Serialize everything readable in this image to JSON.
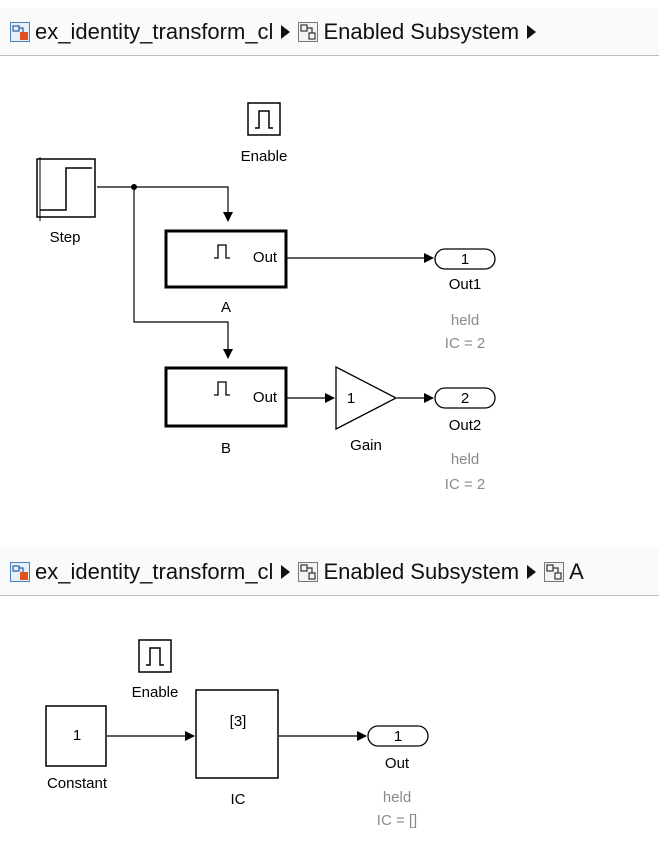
{
  "top": {
    "breadcrumb": [
      {
        "label": "ex_identity_transform_cl",
        "icon": "model-icon"
      },
      {
        "label": "Enabled Subsystem",
        "icon": "subsystem-icon"
      }
    ],
    "blocks": {
      "enable_label": "Enable",
      "step_label": "Step",
      "a_port": "Out",
      "a_label": "A",
      "b_port": "Out",
      "b_label": "B",
      "gain_value": "1",
      "gain_label": "Gain",
      "out1_num": "1",
      "out1_label": "Out1",
      "out1_held": "held",
      "out1_ic": "IC = 2",
      "out2_num": "2",
      "out2_label": "Out2",
      "out2_held": "held",
      "out2_ic": "IC = 2"
    }
  },
  "bottom": {
    "breadcrumb": [
      {
        "label": "ex_identity_transform_cl",
        "icon": "model-icon"
      },
      {
        "label": "Enabled Subsystem",
        "icon": "subsystem-icon"
      },
      {
        "label": "A",
        "icon": "subsystem-icon"
      }
    ],
    "blocks": {
      "enable_label": "Enable",
      "constant_value": "1",
      "constant_label": "Constant",
      "ic_value": "[3]",
      "ic_label": "IC",
      "out_num": "1",
      "out_label": "Out",
      "out_held": "held",
      "out_ic": "IC = []"
    }
  }
}
